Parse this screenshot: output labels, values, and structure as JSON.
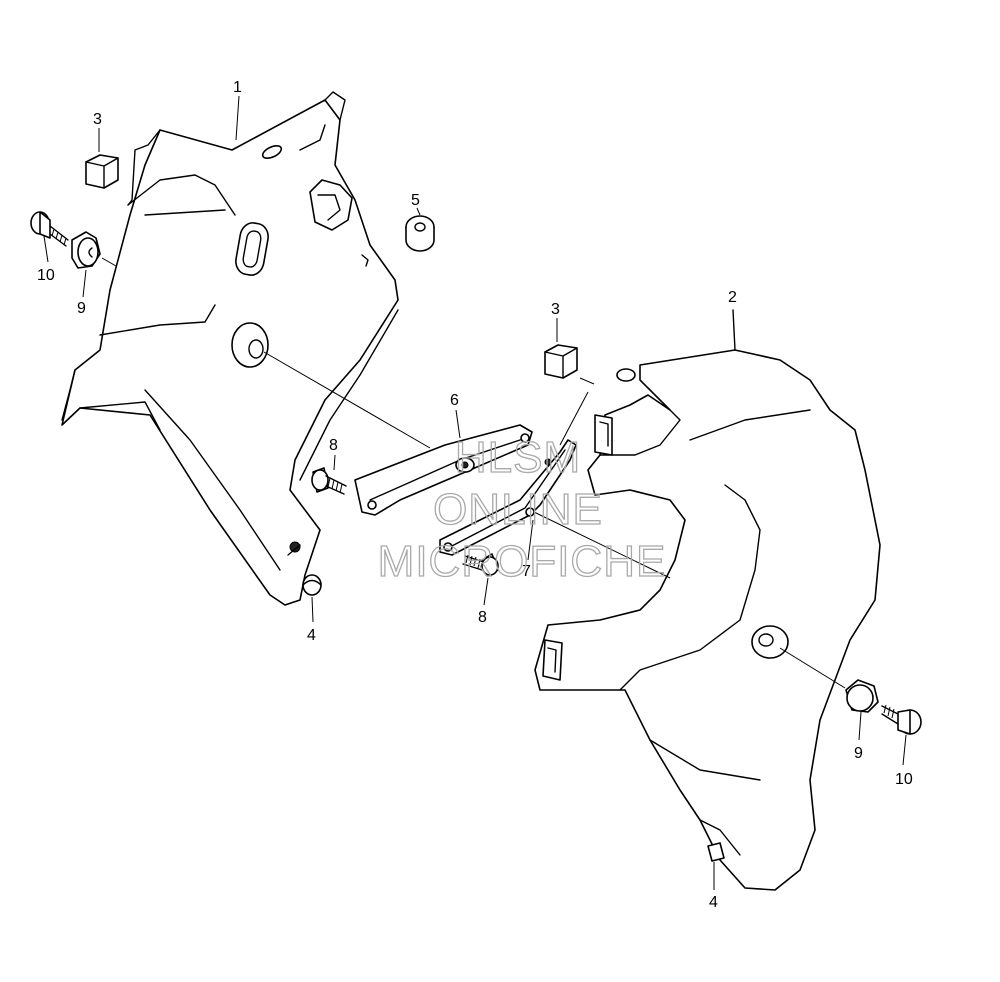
{
  "callouts": {
    "c1": "1",
    "c2": "2",
    "c3a": "3",
    "c3b": "3",
    "c4a": "4",
    "c4b": "4",
    "c5": "5",
    "c6": "6",
    "c7": "7",
    "c8a": "8",
    "c8b": "8",
    "c9a": "9",
    "c9b": "9",
    "c10a": "10",
    "c10b": "10"
  },
  "watermark": {
    "line1": "HLSM",
    "line2": "ONLINE",
    "line3": "MICROFICHE"
  }
}
